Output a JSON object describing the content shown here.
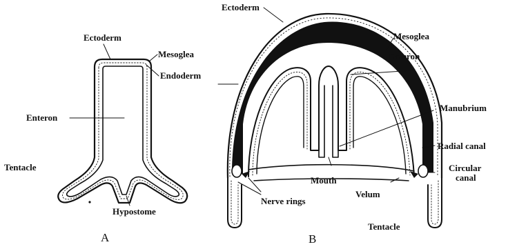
{
  "figure_a": {
    "labels": {
      "ectoderm": "Ectoderm",
      "mesoglea": "Mesoglea",
      "endoderm": "Endoderm",
      "enteron": "Enteron",
      "tentacle": "Tentacle",
      "hypostome": "Hypostome"
    },
    "panel": "A"
  },
  "figure_b": {
    "labels": {
      "ectoderm": "Ectoderm",
      "mesoglea": "Mesoglea",
      "enteron": "Enteron",
      "manubrium": "Manubrium",
      "radial_canal": "Radial canal",
      "circular_canal_1": "Circular",
      "circular_canal_2": "canal",
      "mouth": "Mouth",
      "velum": "Velum",
      "nerve_rings": "Nerve rings",
      "tentacle": "Tentacle"
    },
    "panel": "B"
  },
  "colors": {
    "ink": "#111111",
    "paper": "#ffffff"
  }
}
